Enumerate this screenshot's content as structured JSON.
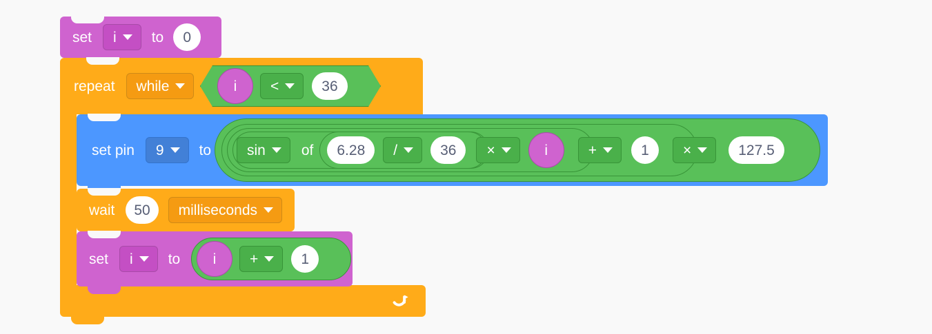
{
  "workspace": {
    "background_color": "#f9f9f9",
    "colors": {
      "variables": "#cf63cf",
      "control": "#ffab19",
      "pins": "#4c97ff",
      "operators": "#59c059",
      "field_text": "#575e75"
    }
  },
  "script": {
    "set_i_zero": {
      "keyword": "set",
      "variable": "i",
      "to_label": "to",
      "value": "0"
    },
    "repeat": {
      "keyword": "repeat",
      "mode": "while",
      "condition": {
        "left_variable": "i",
        "operator": "<",
        "right_value": "36"
      },
      "loop_icon": "loop-arrow-icon"
    },
    "set_pin": {
      "keyword": "set pin",
      "pin": "9",
      "to_label": "to",
      "expression": {
        "trig_function": "sin",
        "of_label": "of",
        "numerator": "6.28",
        "divide_operator": "/",
        "denominator": "36",
        "times_operator_1": "×",
        "index_variable": "i",
        "plus_operator": "+",
        "plus_value": "1",
        "times_operator_2": "×",
        "amplitude": "127.5"
      }
    },
    "wait": {
      "keyword": "wait",
      "value": "50",
      "unit": "milliseconds"
    },
    "increment": {
      "keyword": "set",
      "variable": "i",
      "to_label": "to",
      "expression": {
        "left_variable": "i",
        "operator": "+",
        "right_value": "1"
      }
    }
  }
}
